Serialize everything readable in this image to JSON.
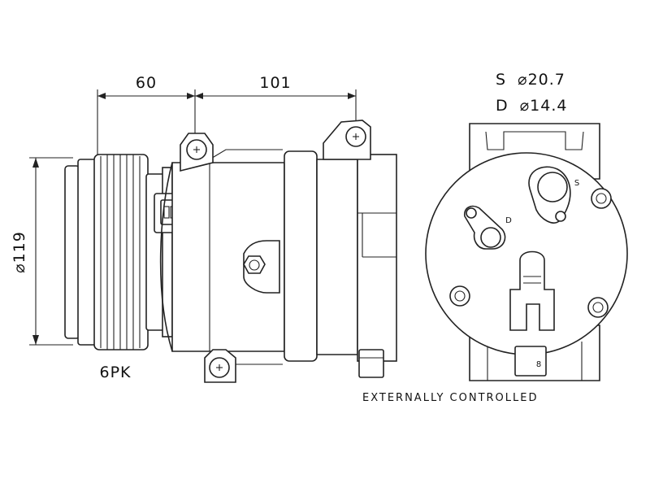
{
  "dimensions": {
    "top_left": "60",
    "top_right": "101",
    "diameter": "⌀119"
  },
  "labels": {
    "belt": "6PK",
    "control": "EXTERNALLY CONTROLLED",
    "suction_port": "S",
    "discharge_port": "D",
    "fitting": "8"
  },
  "ports": {
    "suction": "S  ⌀20.7",
    "discharge": "D  ⌀14.4"
  }
}
